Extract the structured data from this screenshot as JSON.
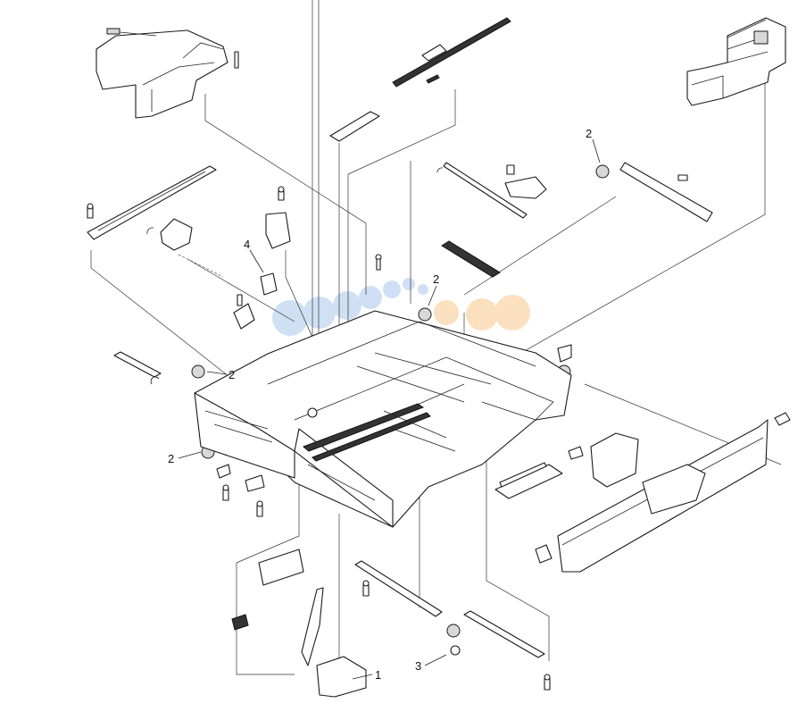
{
  "callouts": {
    "c1": "1",
    "c2a": "2",
    "c2b": "2",
    "c2c": "2",
    "c2d": "2",
    "c3": "3",
    "c4": "4"
  },
  "colors": {
    "line": "#1a1a1a",
    "part_fill": "#ffffff",
    "shade": "#d8d8d8",
    "watermark_blue": "#a8c8ec",
    "watermark_orange": "#f6c889"
  }
}
